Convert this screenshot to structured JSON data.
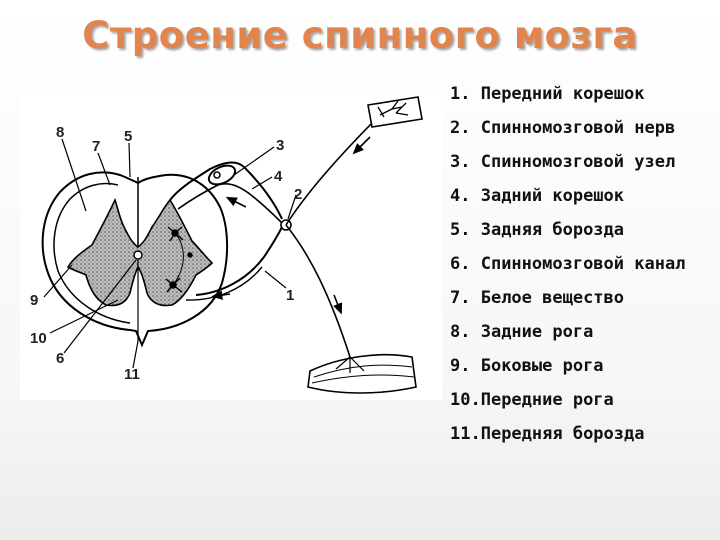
{
  "title": "Строение спинного мозга",
  "diagram": {
    "labels": [
      "8",
      "7",
      "5",
      "3",
      "4",
      "2",
      "1",
      "9",
      "10",
      "6",
      "11"
    ]
  },
  "legend": [
    {
      "num": "1. ",
      "text": "Передний корешок"
    },
    {
      "num": "2. ",
      "text": "Спинномозговой нерв"
    },
    {
      "num": "3. ",
      "text": "Спинномозговой узел"
    },
    {
      "num": "4. ",
      "text": "Задний корешок"
    },
    {
      "num": "5. ",
      "text": "Задняя борозда"
    },
    {
      "num": "6. ",
      "text": "Спинномозговой канал"
    },
    {
      "num": "7. ",
      "text": "Белое вещество"
    },
    {
      "num": "8. ",
      "text": "Задние рога"
    },
    {
      "num": "9. ",
      "text": "Боковые рога"
    },
    {
      "num": "10.",
      "text": "Передние рога"
    },
    {
      "num": "11.",
      "text": "Передняя борозда"
    }
  ]
}
